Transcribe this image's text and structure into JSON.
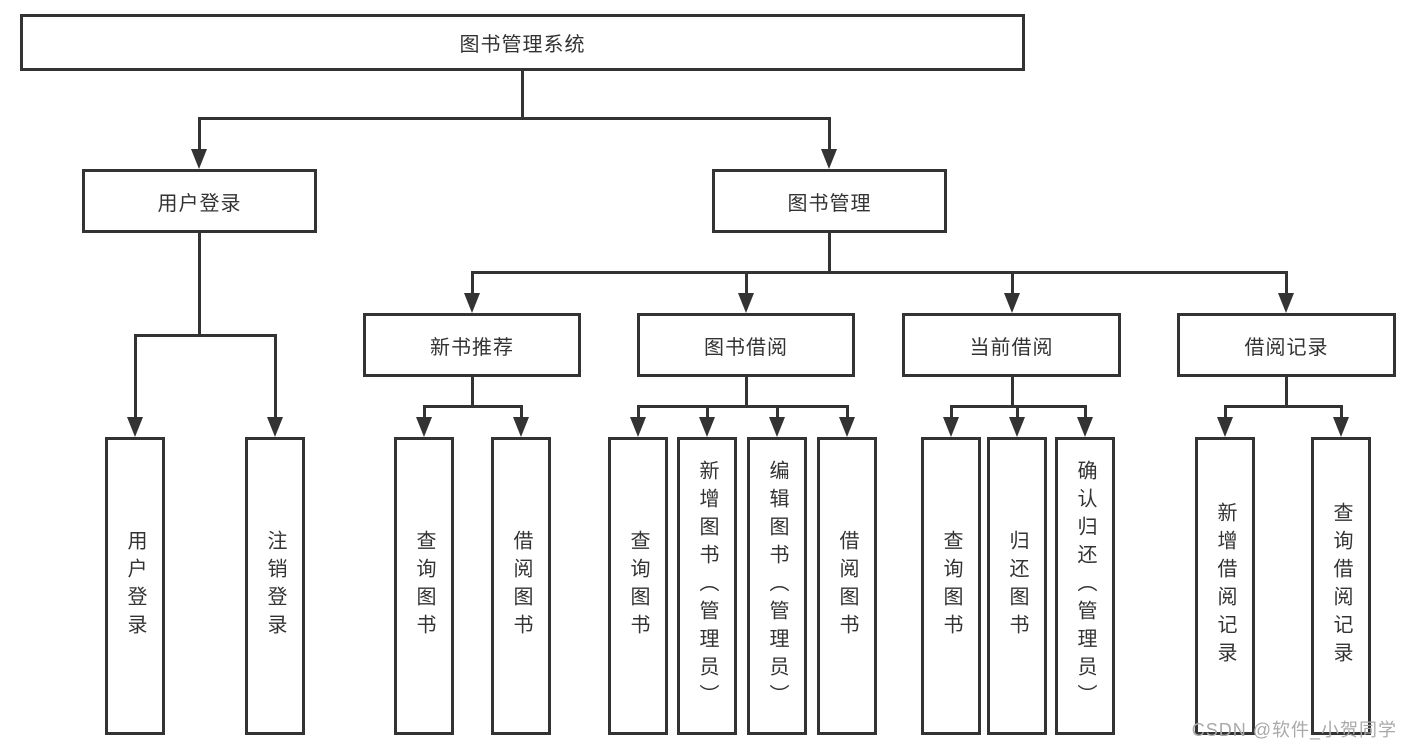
{
  "diagram": {
    "title": "图书管理系统",
    "root": {
      "label": "图书管理系统"
    },
    "user_login": {
      "label": "用户登录",
      "leaves": [
        "用户登录",
        "注销登录"
      ]
    },
    "book_mgmt": {
      "label": "图书管理",
      "sections": [
        {
          "label": "新书推荐",
          "leaves": [
            "查询图书",
            "借阅图书"
          ]
        },
        {
          "label": "图书借阅",
          "leaves": [
            "查询图书",
            "新增图书（管理员）",
            "编辑图书（管理员）",
            "借阅图书"
          ]
        },
        {
          "label": "当前借阅",
          "leaves": [
            "查询图书",
            "归还图书",
            "确认归还（管理员）"
          ]
        },
        {
          "label": "借阅记录",
          "leaves": [
            "新增借阅记录",
            "查询借阅记录"
          ]
        }
      ]
    }
  },
  "watermark": "CSDN @软件_小贺同学",
  "colors": {
    "line": "#333333",
    "text": "#333333",
    "box-bg": "#ffffff",
    "page-bg": "#ffffff",
    "watermark": "#a9a9a9"
  }
}
